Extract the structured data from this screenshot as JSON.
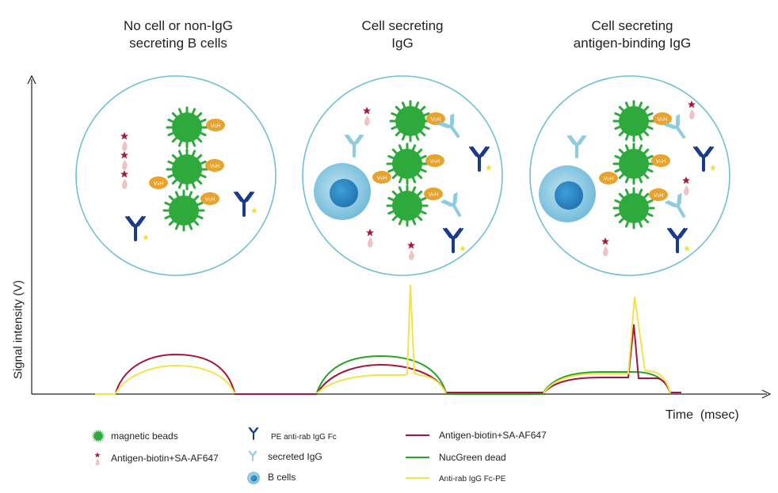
{
  "panels": [
    {
      "title_lines": [
        "No cell or  non-IgG",
        "secreting B cells"
      ]
    },
    {
      "title_lines": [
        "Cell secreting",
        "IgG"
      ]
    },
    {
      "title_lines": [
        "Cell secreting",
        "antigen-binding IgG"
      ]
    }
  ],
  "bead_label": "VₕH",
  "axes": {
    "ylabel": "Signal intensity (V)",
    "xlabel": "Time  (msec)"
  },
  "legend": {
    "magnetic_beads": "magnetic beads",
    "antigen": "Antigen-biotin+SA-AF647",
    "pe_anti": "PE anti-rab IgG Fc",
    "secreted_igg": "secreted IgG",
    "b_cells": "B cells",
    "line_antigen": "Antigen-biotin+SA-AF647",
    "line_nucgreen": "NucGreen dead",
    "line_anti_rab": "Anti-rab IgG Fc-PE"
  },
  "colors": {
    "circle": "#6fc0d3",
    "bead": "#2eaa3c",
    "vhh": "#e8a22e",
    "secreted_igg": "#8ccbe0",
    "pe_igg": "#1a3b8c",
    "antigen_star": "#a8173f",
    "antigen_drop": "#efc3c3",
    "line_antigen": "#a3173f",
    "line_nucgreen": "#2aa22a",
    "line_anti_rab": "#efe44a",
    "b_cell": "#4aa8d6"
  }
}
